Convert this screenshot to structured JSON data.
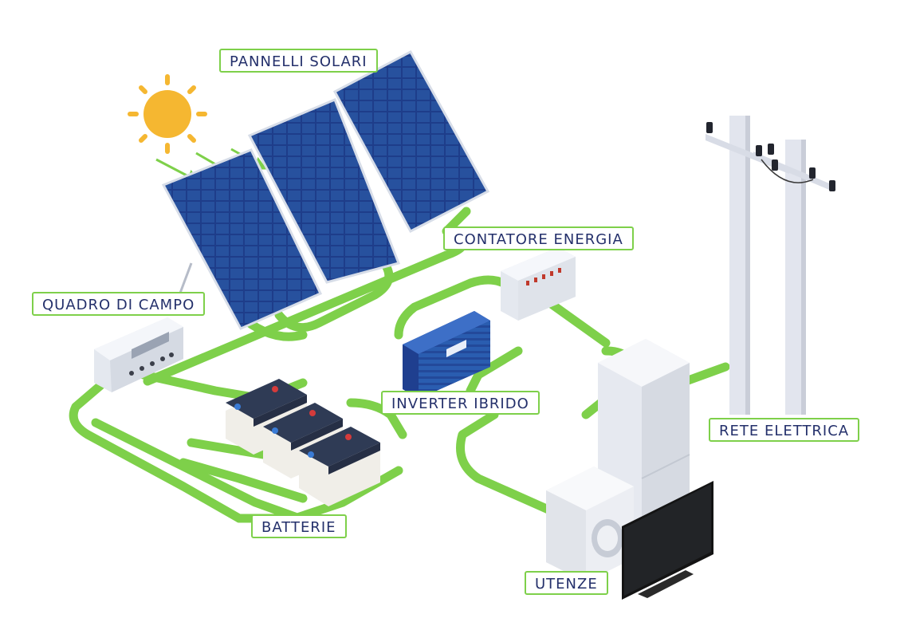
{
  "labels": {
    "pannelli_solari": "PANNELLI SOLARI",
    "contatore_energia": "CONTATORE ENERGIA",
    "quadro_di_campo": "QUADRO DI CAMPO",
    "inverter_ibrido": "INVERTER IBRIDO",
    "rete_elettrica": "RETE ELETTRICA",
    "batterie": "BATTERIE",
    "utenze": "UTENZE"
  },
  "colors": {
    "cable": "#7ed04a",
    "label_border": "#7ed04a",
    "label_text": "#24306b",
    "panel": "#1f3f8f",
    "sun": "#f5b731",
    "appliance": "#e6e9f0"
  }
}
